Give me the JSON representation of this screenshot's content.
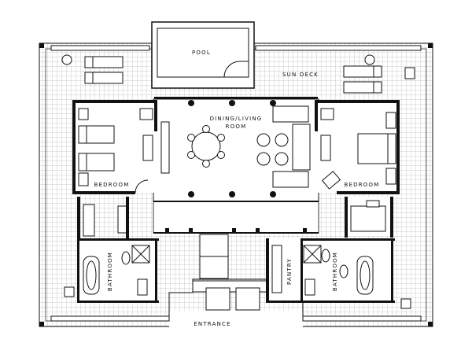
{
  "labels": {
    "pool": "POOL",
    "sun_deck": "SUN DECK",
    "dining_living_1": "DINING/LIVING",
    "dining_living_2": "ROOM",
    "bedroom_left": "BEDROOM",
    "bedroom_right": "BEDROOM",
    "bathroom_left": "BATHROOM",
    "bathroom_right": "BATHROOM",
    "pantry": "PANTRY",
    "entrance": "ENTRANCE"
  },
  "colors": {
    "ink": "#111111",
    "paper": "#ffffff",
    "tile": "#9a9a9a"
  }
}
